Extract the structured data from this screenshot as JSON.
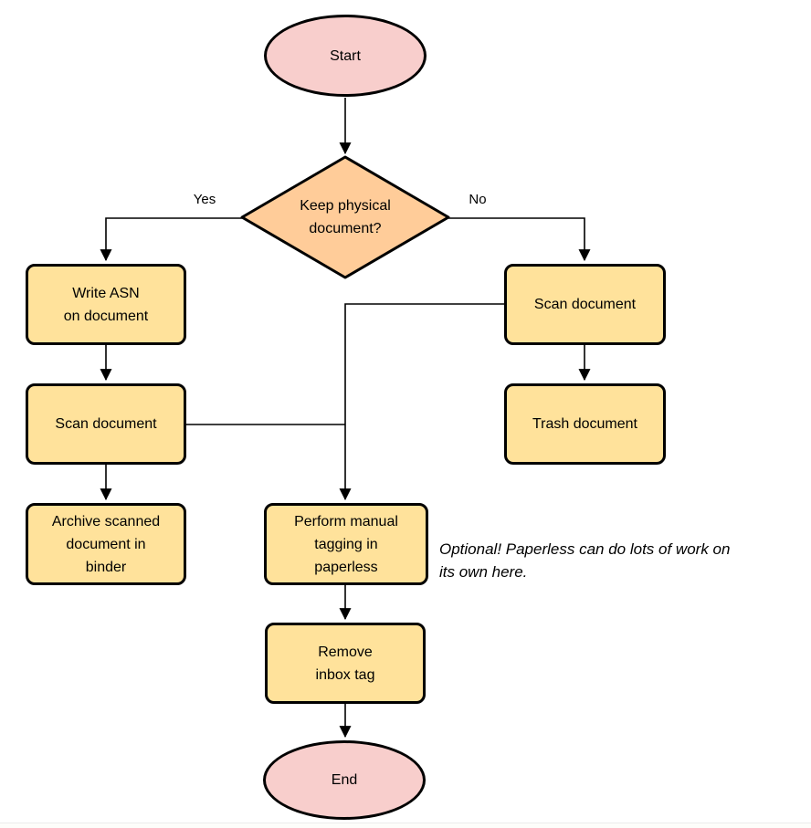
{
  "diagram": {
    "type": "flowchart",
    "colors": {
      "background": "#ffffff",
      "terminator_fill": "#f8cecc",
      "decision_fill": "#ffcc99",
      "process_fill": "#ffe29b",
      "stroke": "#000000"
    },
    "nodes": {
      "start": {
        "shape": "terminator",
        "label": "Start"
      },
      "decision": {
        "shape": "decision",
        "label": "Keep physical\ndocument?"
      },
      "write_asn": {
        "shape": "process",
        "label": "Write ASN\non document"
      },
      "scan_left": {
        "shape": "process",
        "label": "Scan document"
      },
      "archive": {
        "shape": "process",
        "label": "Archive scanned\ndocument in\nbinder"
      },
      "scan_right": {
        "shape": "process",
        "label": "Scan document"
      },
      "trash": {
        "shape": "process",
        "label": "Trash document"
      },
      "tagging": {
        "shape": "process",
        "label": "Perform manual\ntagging in\npaperless"
      },
      "remove_inbox": {
        "shape": "process",
        "label": "Remove\ninbox tag"
      },
      "end": {
        "shape": "terminator",
        "label": "End"
      }
    },
    "edges": [
      {
        "from": "start",
        "to": "decision",
        "label": ""
      },
      {
        "from": "decision",
        "to": "write_asn",
        "label": "Yes"
      },
      {
        "from": "decision",
        "to": "scan_right",
        "label": "No"
      },
      {
        "from": "write_asn",
        "to": "scan_left",
        "label": ""
      },
      {
        "from": "scan_left",
        "to": "archive",
        "label": ""
      },
      {
        "from": "scan_left",
        "to": "tagging",
        "label": ""
      },
      {
        "from": "scan_right",
        "to": "trash",
        "label": ""
      },
      {
        "from": "scan_right",
        "to": "tagging",
        "label": ""
      },
      {
        "from": "tagging",
        "to": "remove_inbox",
        "label": ""
      },
      {
        "from": "remove_inbox",
        "to": "end",
        "label": ""
      }
    ],
    "annotation": "Optional! Paperless can do lots of work on\nits own here."
  }
}
